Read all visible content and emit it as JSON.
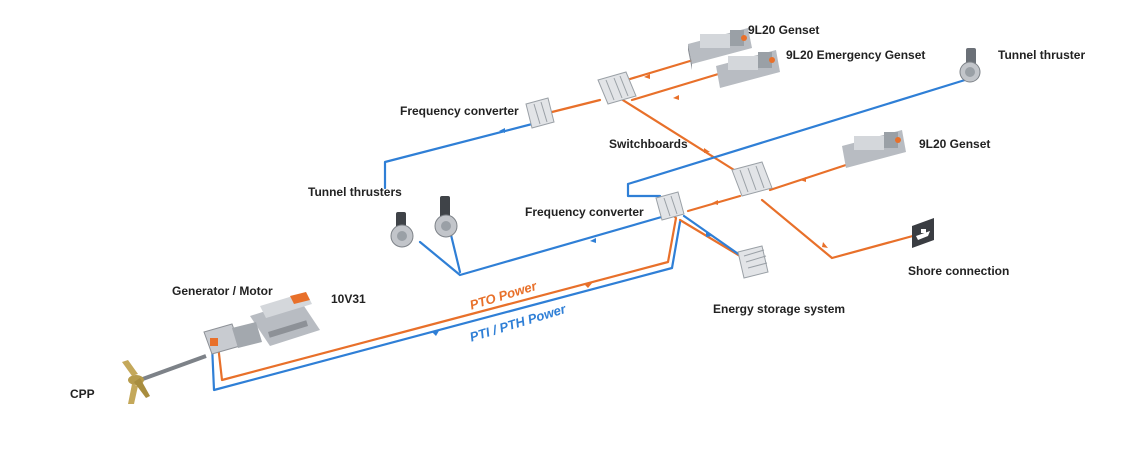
{
  "labels": {
    "genset_top": "9L20 Genset",
    "emergency_genset": "9L20 Emergency Genset",
    "tunnel_thruster": "Tunnel thruster",
    "freq_converter_top": "Frequency converter",
    "switchboards": "Switchboards",
    "genset_mid": "9L20 Genset",
    "tunnel_thrusters": "Tunnel thrusters",
    "freq_converter_mid": "Frequency converter",
    "shore_connection": "Shore connection",
    "generator_motor": "Generator / Motor",
    "engine_10v31": "10V31",
    "energy_storage": "Energy storage system",
    "cpp": "CPP"
  },
  "flows": {
    "pto": "PTO Power",
    "pti": "PTI / PTH Power"
  },
  "colors": {
    "pto_line": "#e8702a",
    "pti_line": "#2f7fd6",
    "equipment": "#c9ccd0",
    "background": "#ffffff"
  },
  "icons": {
    "shore_connection": "ship-icon",
    "cpp": "propeller-icon"
  }
}
